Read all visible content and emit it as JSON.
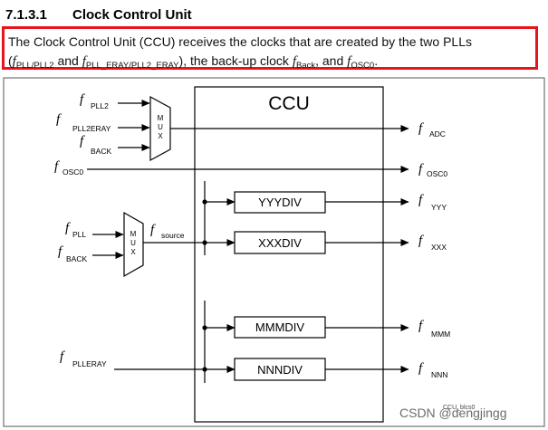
{
  "section": {
    "number": "7.1.3.1",
    "title": "Clock Control Unit"
  },
  "intro": {
    "t1": "The Clock Control Unit (CCU) receives the clocks that are created by the two PLLs",
    "p1": "(",
    "f1": "f",
    "s1": "PLL/PLL2",
    "t2": " and ",
    "f2": "f",
    "s2": "PLL_ERAY/PLL2_ERAY",
    "t3": "), the back-up clock ",
    "f3": "f",
    "s3": "Back",
    "t4": ", and ",
    "f4": "f",
    "s4": "OSC0",
    "t5": "."
  },
  "diagram": {
    "ccu_label": "CCU",
    "mux_letters": [
      "M",
      "U",
      "X"
    ],
    "f_symbol": "f",
    "inputs": {
      "pll2": "PLL2",
      "pll2eray": "PLL2ERAY",
      "back_top": "BACK",
      "osc0": "OSC0",
      "pll": "PLL",
      "back_bottom": "BACK",
      "plleray": "PLLERAY"
    },
    "source_label": "source",
    "dividers": [
      "YYYDIV",
      "XXXDIV",
      "MMMDIV",
      "NNNDIV"
    ],
    "outputs": [
      "ADC",
      "OSC0",
      "YYY",
      "XXX",
      "MMM",
      "NNN"
    ],
    "figure_id": "CCU_blcs0"
  },
  "watermark": "CSDN @dengjingg"
}
